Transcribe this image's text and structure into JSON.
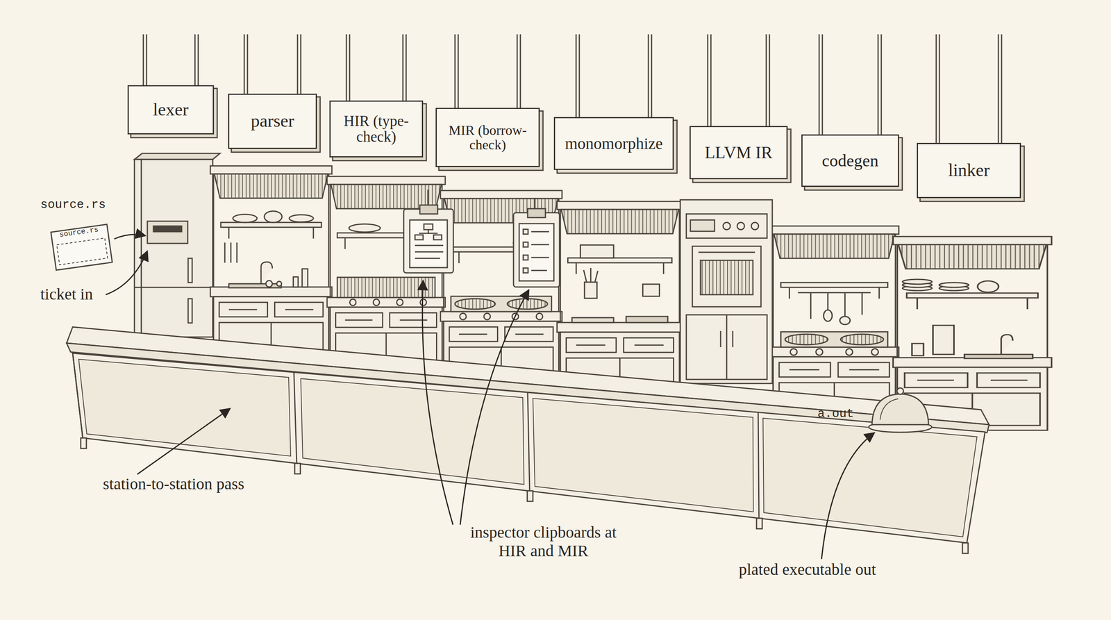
{
  "diagram": {
    "nodes": [
      {
        "text": [
          "lexer"
        ]
      },
      {
        "text": [
          "parser"
        ]
      },
      {
        "text": [
          "HIR (type-check)"
        ]
      },
      {
        "text": [
          "MIR (borrow-check)"
        ]
      },
      {
        "text": [
          "monomorphize"
        ]
      },
      {
        "text": [
          "LLVM IR"
        ]
      },
      {
        "text": [
          "codegen"
        ]
      },
      {
        "text": [
          "linker"
        ]
      }
    ],
    "labels": [
      "source.rs",
      "source.rs",
      "ticket in",
      "station-to-station pass",
      "inspector clipboards at HIR and MIR",
      "a.out",
      "plated executable out"
    ]
  }
}
